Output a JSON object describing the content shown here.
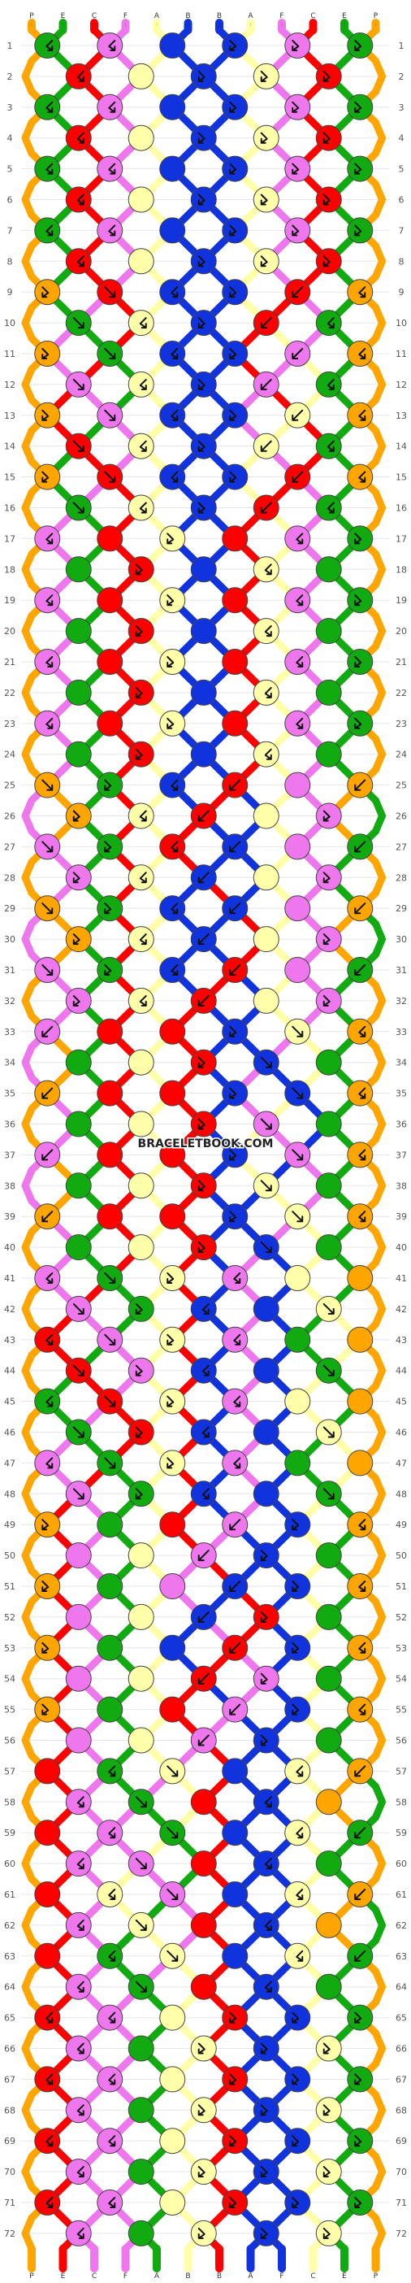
{
  "watermark": "BRACELETBOOK.COM",
  "strands": {
    "top_labels": [
      "P",
      "E",
      "C",
      "F",
      "A",
      "B",
      "B",
      "A",
      "F",
      "C",
      "E",
      "P"
    ],
    "bottom_labels": [
      "P",
      "E",
      "C",
      "F",
      "A",
      "B",
      "B",
      "A",
      "F",
      "C",
      "E",
      "P"
    ]
  },
  "rows": {
    "count": 72,
    "left_labels": [
      "1",
      "2",
      "3",
      "4",
      "5",
      "6",
      "7",
      "8",
      "9",
      "10",
      "11",
      "12",
      "13",
      "14",
      "15",
      "16",
      "17",
      "18",
      "19",
      "20",
      "21",
      "22",
      "23",
      "24",
      "25",
      "26",
      "27",
      "28",
      "29",
      "30",
      "31",
      "32",
      "33",
      "34",
      "35",
      "36",
      "37",
      "38",
      "39",
      "40",
      "41",
      "42",
      "43",
      "44",
      "45",
      "46",
      "47",
      "48",
      "49",
      "50",
      "51",
      "52",
      "53",
      "54",
      "55",
      "56",
      "57",
      "58",
      "59",
      "60",
      "61",
      "62",
      "63",
      "64",
      "65",
      "66",
      "67",
      "68",
      "69",
      "70",
      "71",
      "72"
    ],
    "right_labels": [
      "1",
      "2",
      "3",
      "4",
      "5",
      "6",
      "7",
      "8",
      "9",
      "10",
      "11",
      "12",
      "13",
      "14",
      "15",
      "16",
      "17",
      "18",
      "19",
      "20",
      "21",
      "22",
      "23",
      "24",
      "25",
      "26",
      "27",
      "28",
      "29",
      "30",
      "31",
      "32",
      "33",
      "34",
      "35",
      "36",
      "37",
      "38",
      "39",
      "40",
      "41",
      "42",
      "43",
      "44",
      "45",
      "46",
      "47",
      "48",
      "49",
      "50",
      "51",
      "52",
      "53",
      "54",
      "55",
      "56",
      "57",
      "58",
      "59",
      "60",
      "61",
      "62",
      "63",
      "64",
      "65",
      "66",
      "67",
      "68",
      "69",
      "70",
      "71",
      "72"
    ]
  },
  "colors": {
    "P": "#FFA500",
    "E": "#11AA11",
    "C": "#FF0000",
    "F": "#EE77EE",
    "A": "#FFFFAA",
    "B": "#1133DD"
  },
  "start_order": [
    "P",
    "E",
    "C",
    "F",
    "A",
    "B",
    "B",
    "A",
    "F",
    "C",
    "E",
    "P"
  ],
  "knot_rows": [
    [
      "bf",
      "bf",
      "bb",
      "fb",
      "fb",
      "fb"
    ],
    [
      "bf",
      "bb",
      "fb",
      "fb",
      "fb"
    ],
    [
      "bf",
      "bf",
      "bb",
      "fb",
      "fb",
      "fb"
    ],
    [
      "bf",
      "bb",
      "fb",
      "fb",
      "fb"
    ],
    [
      "bf",
      "bf",
      "bb",
      "fb",
      "fb",
      "fb"
    ],
    [
      "bf",
      "bb",
      "fb",
      "fb",
      "fb"
    ],
    [
      "bf",
      "bf",
      "bb",
      "fb",
      "fb",
      "fb"
    ],
    [
      "bf",
      "bb",
      "fb",
      "fb",
      "fb"
    ],
    [
      "fb",
      "f",
      "bf",
      "fb",
      "b",
      "bf"
    ],
    [
      "f",
      "bf",
      "fb",
      "b",
      "bf"
    ],
    [
      "fb",
      "f",
      "bf",
      "fb",
      "b",
      "bf"
    ],
    [
      "f",
      "bf",
      "fb",
      "b",
      "bf"
    ],
    [
      "fb",
      "f",
      "bf",
      "fb",
      "b",
      "bf"
    ],
    [
      "f",
      "bf",
      "fb",
      "b",
      "bf"
    ],
    [
      "fb",
      "f",
      "bf",
      "fb",
      "b",
      "bf"
    ],
    [
      "f",
      "bf",
      "fb",
      "b",
      "bf"
    ],
    [
      "bf",
      "bb",
      "fb",
      "ff",
      "bf",
      "fb"
    ],
    [
      "bb",
      "fb",
      "ff",
      "bf",
      "bb"
    ],
    [
      "bf",
      "bb",
      "fb",
      "ff",
      "bf",
      "fb"
    ],
    [
      "bb",
      "fb",
      "ff",
      "bf",
      "bb"
    ],
    [
      "bf",
      "bb",
      "fb",
      "ff",
      "bf",
      "fb"
    ],
    [
      "bb",
      "fb",
      "ff",
      "bf",
      "bb"
    ],
    [
      "bf",
      "bb",
      "fb",
      "ff",
      "bf",
      "fb"
    ],
    [
      "bb",
      "fb",
      "ff",
      "bf",
      "bb"
    ],
    [
      "f",
      "fb",
      "bf",
      "b",
      "ff",
      "b"
    ],
    [
      "fb",
      "bf",
      "b",
      "ff",
      "fb"
    ],
    [
      "f",
      "fb",
      "bf",
      "b",
      "ff",
      "b"
    ],
    [
      "fb",
      "bf",
      "b",
      "ff",
      "fb"
    ],
    [
      "f",
      "fb",
      "bf",
      "b",
      "ff",
      "b"
    ],
    [
      "fb",
      "bf",
      "b",
      "ff",
      "fb"
    ],
    [
      "f",
      "fb",
      "bf",
      "b",
      "ff",
      "b"
    ],
    [
      "fb",
      "bf",
      "b",
      "ff",
      "fb"
    ],
    [
      "b",
      "ff",
      "bb",
      "fb",
      "f",
      "bf"
    ],
    [
      "ff",
      "bb",
      "fb",
      "f",
      "bb"
    ],
    [
      "b",
      "ff",
      "bb",
      "fb",
      "f",
      "bf"
    ],
    [
      "ff",
      "bb",
      "fb",
      "f",
      "bb"
    ],
    [
      "b",
      "ff",
      "bb",
      "fb",
      "f",
      "bf"
    ],
    [
      "ff",
      "bb",
      "fb",
      "f",
      "bb"
    ],
    [
      "b",
      "ff",
      "bb",
      "fb",
      "f",
      "bf"
    ],
    [
      "ff",
      "bb",
      "fb",
      "f",
      "bb"
    ],
    [
      "bf",
      "f",
      "fb",
      "bf",
      "bb",
      "ff"
    ],
    [
      "f",
      "fb",
      "bf",
      "bb",
      "f"
    ],
    [
      "bf",
      "f",
      "fb",
      "bf",
      "bb",
      "ff"
    ],
    [
      "f",
      "fb",
      "bf",
      "bb",
      "f"
    ],
    [
      "bf",
      "f",
      "fb",
      "bf",
      "bb",
      "ff"
    ],
    [
      "f",
      "fb",
      "bf",
      "bb",
      "f"
    ],
    [
      "bf",
      "f",
      "fb",
      "bf",
      "bb",
      "ff"
    ],
    [
      "f",
      "fb",
      "bf",
      "bb",
      "f"
    ],
    [
      "fb",
      "bb",
      "ff",
      "b",
      "fb",
      "bf"
    ],
    [
      "bb",
      "ff",
      "b",
      "fb",
      "bb"
    ],
    [
      "fb",
      "bb",
      "ff",
      "b",
      "fb",
      "bf"
    ],
    [
      "bb",
      "ff",
      "b",
      "fb",
      "bb"
    ],
    [
      "fb",
      "bb",
      "ff",
      "b",
      "fb",
      "bf"
    ],
    [
      "bb",
      "ff",
      "b",
      "fb",
      "bb"
    ],
    [
      "fb",
      "bb",
      "ff",
      "b",
      "fb",
      "bf"
    ],
    [
      "bb",
      "ff",
      "b",
      "fb",
      "bb"
    ],
    [
      "ff",
      "bf",
      "f",
      "bb",
      "bf",
      "b"
    ],
    [
      "bf",
      "f",
      "bb",
      "bf",
      "ff"
    ],
    [
      "ff",
      "bf",
      "f",
      "bb",
      "bf",
      "b"
    ],
    [
      "bf",
      "f",
      "bb",
      "bf",
      "ff"
    ],
    [
      "ff",
      "bf",
      "f",
      "bb",
      "bf",
      "b"
    ],
    [
      "bf",
      "f",
      "bb",
      "bf",
      "ff"
    ],
    [
      "ff",
      "bf",
      "f",
      "bb",
      "bf",
      "b"
    ],
    [
      "bf",
      "f",
      "bb",
      "bf",
      "ff"
    ],
    [
      "bf",
      "bf",
      "bb",
      "fb",
      "fb",
      "fb"
    ],
    [
      "bf",
      "bb",
      "fb",
      "fb",
      "fb"
    ],
    [
      "bf",
      "bf",
      "bb",
      "fb",
      "fb",
      "fb"
    ],
    [
      "bf",
      "bb",
      "fb",
      "fb",
      "fb"
    ],
    [
      "bf",
      "bf",
      "bb",
      "fb",
      "fb",
      "fb"
    ],
    [
      "bf",
      "bb",
      "fb",
      "fb",
      "fb"
    ],
    [
      "bf",
      "bf",
      "bb",
      "fb",
      "fb",
      "fb"
    ],
    [
      "bf",
      "bb",
      "fb",
      "fb",
      "fb"
    ]
  ]
}
